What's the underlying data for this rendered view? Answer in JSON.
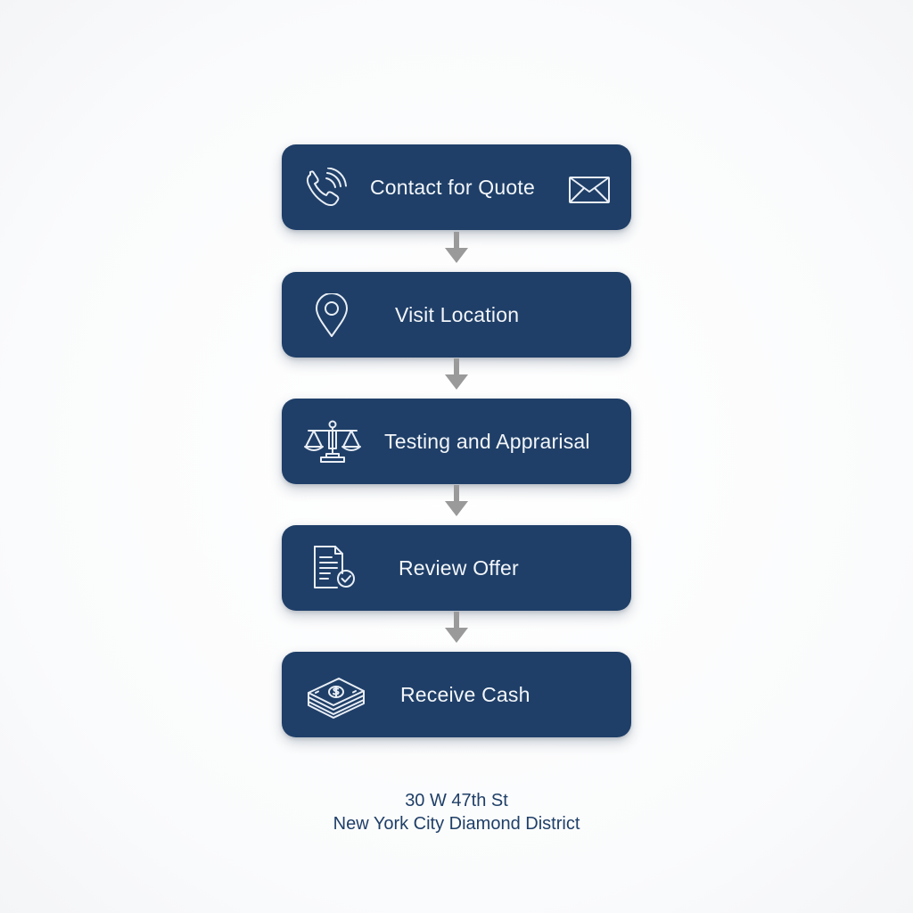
{
  "steps": [
    {
      "label": "Contact for Quote",
      "icon": "phone-icon",
      "extra_icon": "envelope-icon"
    },
    {
      "label": "Visit Location",
      "icon": "map-pin-icon"
    },
    {
      "label": "Testing and Apprarisal",
      "icon": "scales-icon"
    },
    {
      "label": "Review Offer",
      "icon": "document-check-icon"
    },
    {
      "label": "Receive Cash",
      "icon": "cash-stack-icon"
    }
  ],
  "address": {
    "line1": "30 W 47th St",
    "line2": "New York City Diamond District"
  },
  "colors": {
    "box": "#1f3f68",
    "text": "#f3f6fa",
    "arrow": "#9a9a9a",
    "address": "#1f3f68"
  }
}
